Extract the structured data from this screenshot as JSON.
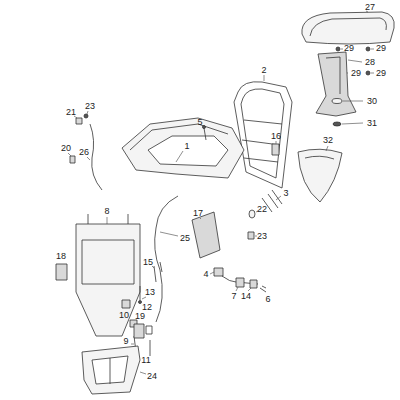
{
  "diagram": {
    "labels": [
      "27",
      "29",
      "29",
      "28",
      "29",
      "29",
      "2",
      "30",
      "31",
      "21",
      "23",
      "5",
      "1",
      "20",
      "26",
      "16",
      "32",
      "3",
      "22",
      "8",
      "17",
      "23",
      "25",
      "15",
      "18",
      "4",
      "13",
      "7",
      "14",
      "6",
      "12",
      "10",
      "19",
      "9",
      "11",
      "24"
    ]
  }
}
